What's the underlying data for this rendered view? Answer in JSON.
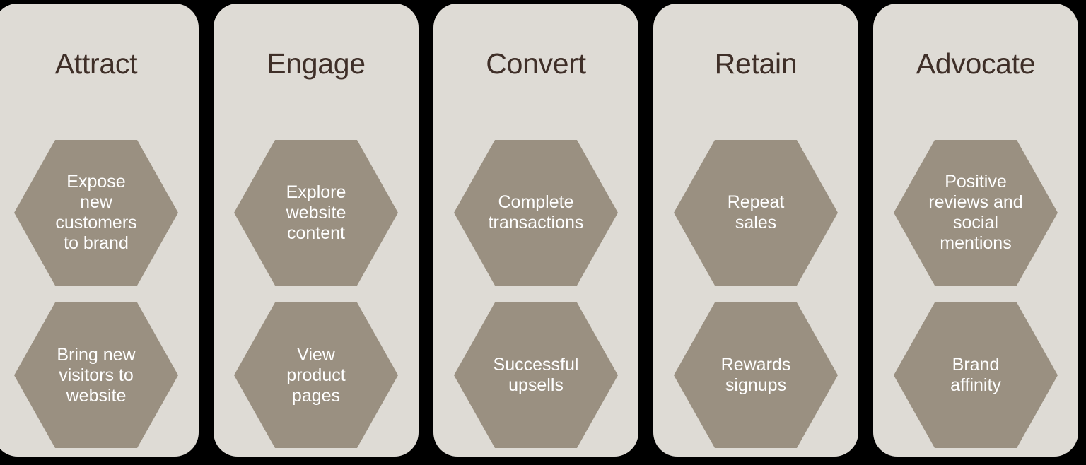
{
  "diagram": {
    "type": "customer-lifecycle-funnel",
    "colors": {
      "background": "#000000",
      "card_background": "#DEDBD5",
      "hexagon_fill": "#9A9081",
      "title_text": "#3F2F28",
      "hexagon_text": "#FFFFFF"
    },
    "stages": [
      {
        "title": "Attract",
        "items": [
          {
            "label": "Expose\nnew\ncustomers\nto brand"
          },
          {
            "label": "Bring new\nvisitors to\nwebsite"
          }
        ]
      },
      {
        "title": "Engage",
        "items": [
          {
            "label": "Explore\nwebsite\ncontent"
          },
          {
            "label": "View\nproduct\npages"
          }
        ]
      },
      {
        "title": "Convert",
        "items": [
          {
            "label": "Complete\ntransactions"
          },
          {
            "label": "Successful\nupsells"
          }
        ]
      },
      {
        "title": "Retain",
        "items": [
          {
            "label": "Repeat\nsales"
          },
          {
            "label": "Rewards\nsignups"
          }
        ]
      },
      {
        "title": "Advocate",
        "items": [
          {
            "label": "Positive\nreviews and\nsocial\nmentions"
          },
          {
            "label": "Brand\naffinity"
          }
        ]
      }
    ]
  }
}
